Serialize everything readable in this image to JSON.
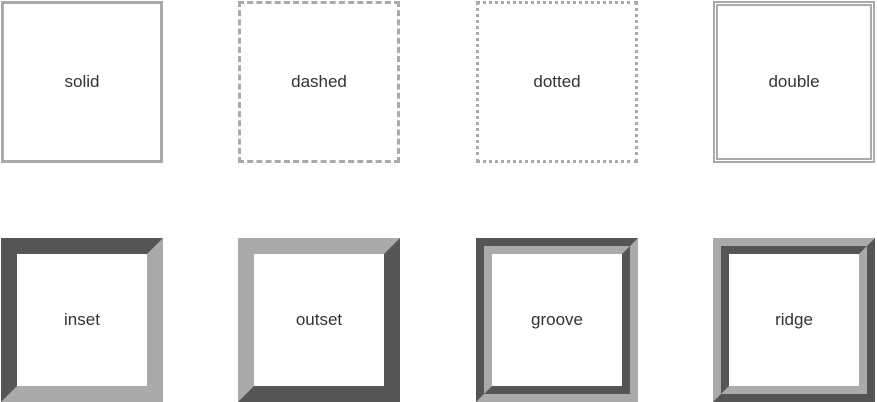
{
  "boxes": [
    {
      "label": "solid"
    },
    {
      "label": "dashed"
    },
    {
      "label": "dotted"
    },
    {
      "label": "double"
    },
    {
      "label": "inset"
    },
    {
      "label": "outset"
    },
    {
      "label": "groove"
    },
    {
      "label": "ridge"
    }
  ],
  "colors": {
    "light": "#aaaaaa",
    "dark": "#555555",
    "text": "#333333"
  }
}
